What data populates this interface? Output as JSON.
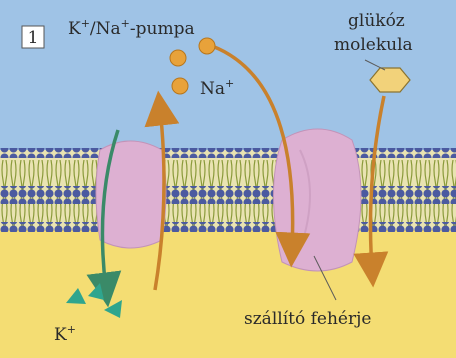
{
  "figure": {
    "number": "1",
    "labels": {
      "pump_prefix": "K",
      "pump_sup1": "+",
      "pump_mid": "/Na",
      "pump_sup2": "+",
      "pump_suffix": "-pumpa",
      "sodium": "Na",
      "sodium_sup": "+",
      "potassium": "K",
      "potassium_sup": "+",
      "glucose_line1": "glükóz",
      "glucose_line2": "molekula",
      "transporter": "szállító fehérje"
    }
  },
  "colors": {
    "extracellular": "#9fc3e6",
    "intracellular": "#f4dd73",
    "protein": "#ddb0d2",
    "lipid_head": "#4b5aa0",
    "arrow_orange": "#c9812c",
    "arrow_green": "#3a8a68",
    "sodium_ion": "#e8a23a",
    "potassium_ion": "#2fa58e",
    "glucose": "#f2d27a"
  }
}
